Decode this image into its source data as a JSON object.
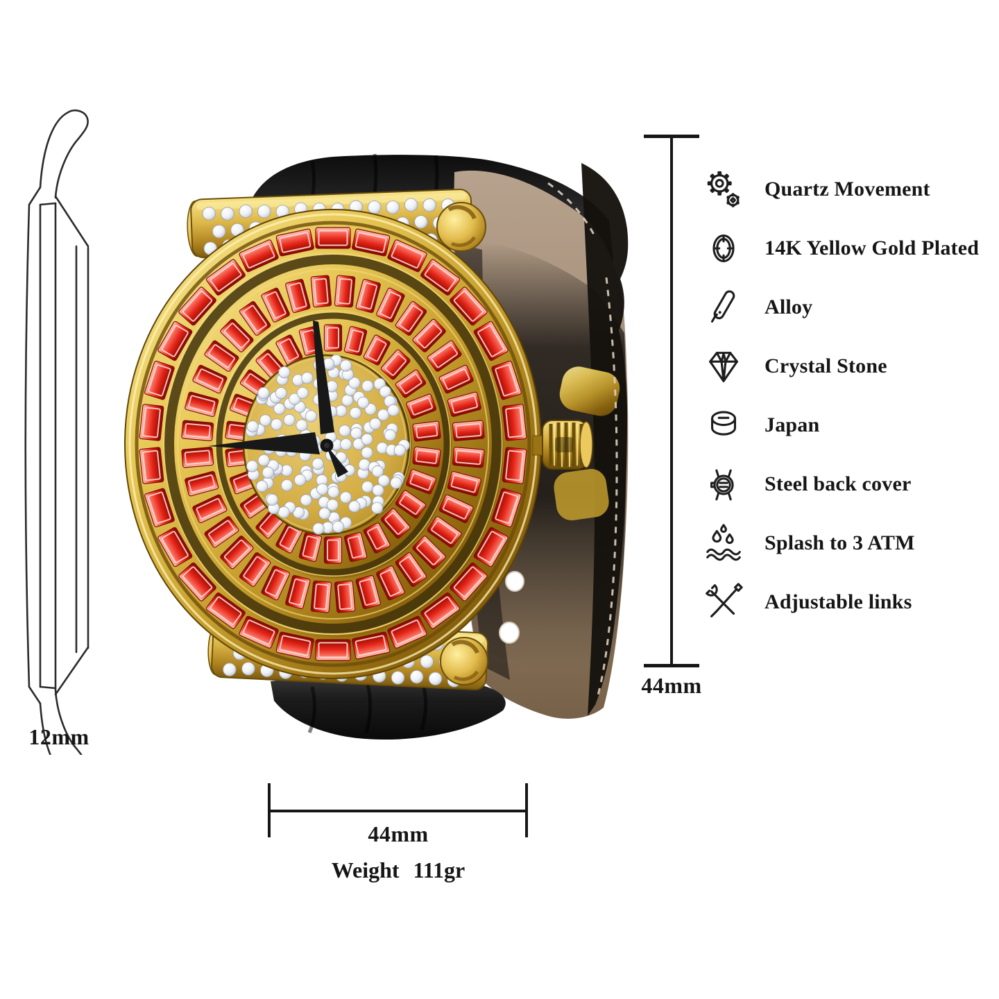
{
  "side_profile": {
    "thickness": "12mm"
  },
  "dimensions": {
    "height": "44mm",
    "width": "44mm"
  },
  "weight": {
    "label": "Weight",
    "value": "111gr"
  },
  "features": [
    {
      "icon": "gear-icon",
      "label": "Quartz Movement"
    },
    {
      "icon": "watch-case-icon",
      "label": "14K Yellow Gold Plated"
    },
    {
      "icon": "alloy-bar-icon",
      "label": "Alloy"
    },
    {
      "icon": "diamond-icon",
      "label": "Crystal Stone"
    },
    {
      "icon": "movement-cylinder-icon",
      "label": "Japan"
    },
    {
      "icon": "caseback-icon",
      "label": "Steel back cover"
    },
    {
      "icon": "water-splash-icon",
      "label": "Splash to 3 ATM"
    },
    {
      "icon": "tools-icon",
      "label": "Adjustable links"
    }
  ],
  "palette": {
    "gold": "#d4af37",
    "gold_dark": "#8a6310",
    "stone_red": "#e42518",
    "pave_white": "#eef1f6",
    "dial_gold": "#d4ad45",
    "strap_black": "#1c1c1c",
    "strap_lining_tan": "#9d8670",
    "text": "#161616",
    "background": "#ffffff"
  }
}
